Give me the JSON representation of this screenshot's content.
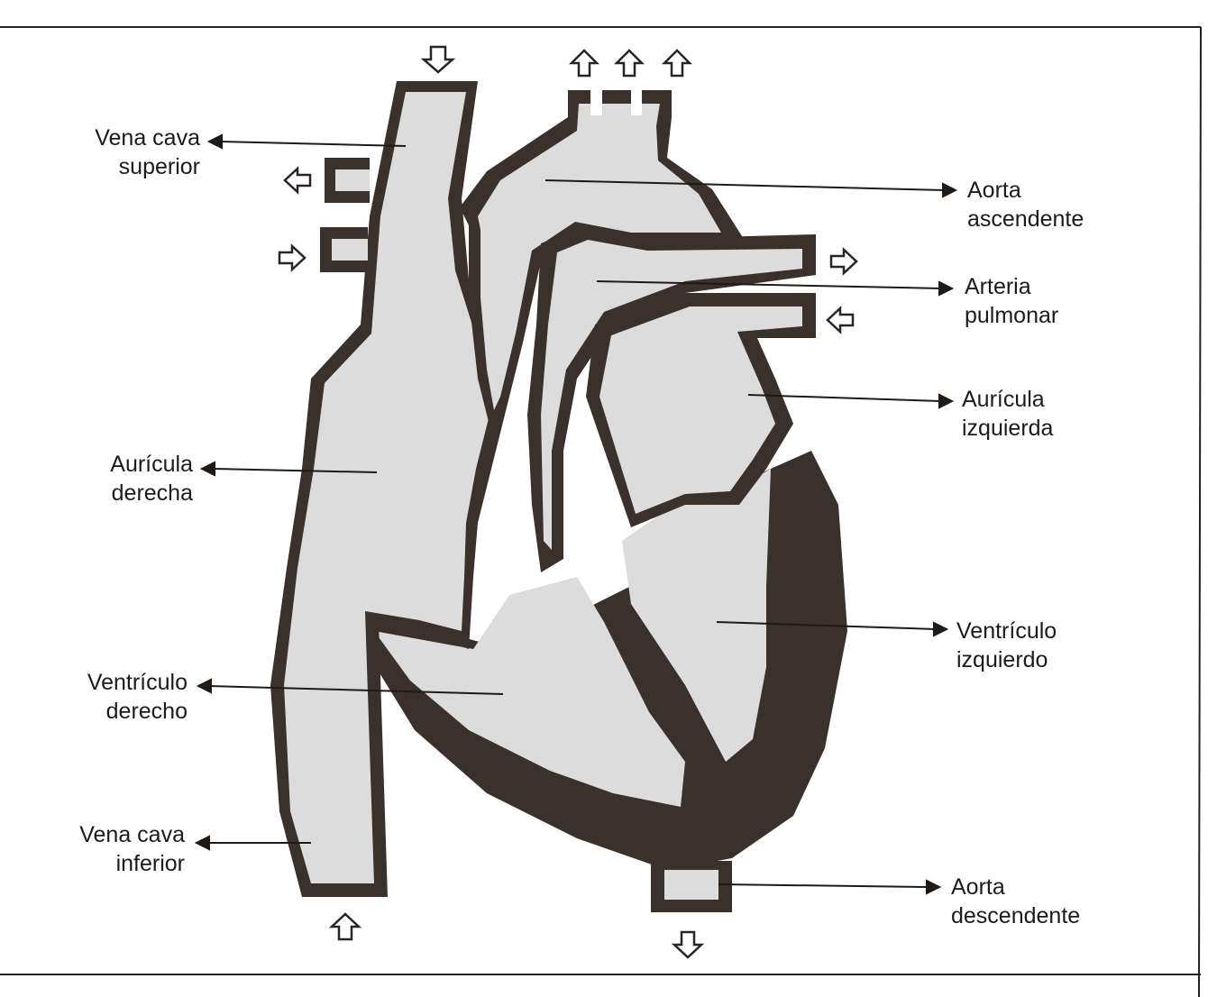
{
  "labels": {
    "vena_cava_superior": {
      "line1": "Vena cava",
      "line2": "superior"
    },
    "auricula_derecha": {
      "line1": "Aurícula",
      "line2": "derecha"
    },
    "ventriculo_derecho": {
      "line1": "Ventrículo",
      "line2": "derecho"
    },
    "vena_cava_inferior": {
      "line1": "Vena cava",
      "line2": "inferior"
    },
    "aorta_ascendente": {
      "line1": "Aorta",
      "line2": "ascendente"
    },
    "arteria_pulmonar": {
      "line1": "Arteria",
      "line2": "pulmonar"
    },
    "auricula_izquierda": {
      "line1": "Aurícula",
      "line2": "izquierda"
    },
    "ventriculo_izquierdo": {
      "line1": "Ventrículo",
      "line2": "izquierdo"
    },
    "aorta_descendente": {
      "line1": "Aorta",
      "line2": "descendente"
    }
  },
  "colors": {
    "wall": "#3a302c",
    "chamber": "#dcdcdc",
    "ink": "#1e1a18",
    "paper": "#ffffff"
  }
}
